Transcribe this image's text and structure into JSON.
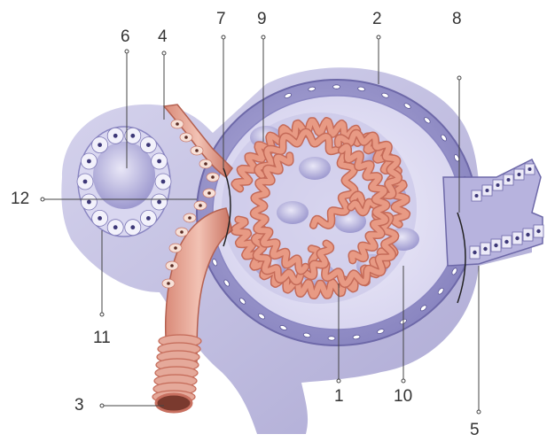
{
  "labels": {
    "l1": "1",
    "l2": "2",
    "l3": "3",
    "l4": "4",
    "l5": "5",
    "l6": "6",
    "l7": "7",
    "l8": "8",
    "l9": "9",
    "l10": "10",
    "l11": "11",
    "l12": "12"
  },
  "colors": {
    "capsule": "#9c98cc",
    "capsule_dark": "#7d78b6",
    "capsule_light": "#d8d6ef",
    "urinary_space": "#e6e4f5",
    "capillary": "#e89a84",
    "capillary_dark": "#c46a58",
    "arteriole": "#e5a99a",
    "leader": "#444444"
  }
}
